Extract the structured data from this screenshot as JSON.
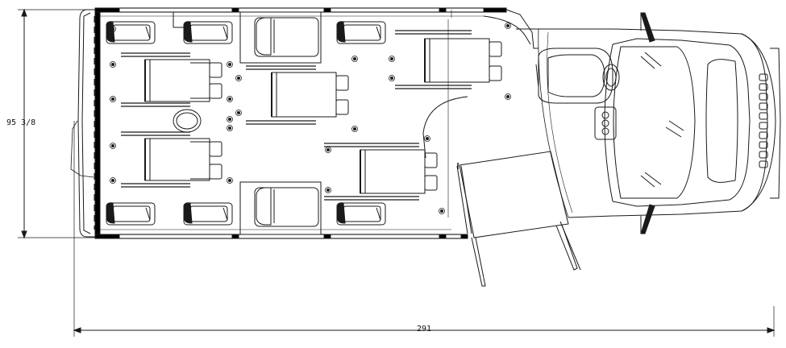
{
  "dimensions": {
    "height_label": "95 3/8",
    "length_label": "291"
  },
  "colors": {
    "line": "#1a1a1a",
    "wall": "#000000",
    "background": "#ffffff"
  },
  "layout": {
    "wheelchair_positions": 5,
    "fold_down_seats": 8,
    "driver_seats": 1,
    "wheelchair_lift": 1
  }
}
